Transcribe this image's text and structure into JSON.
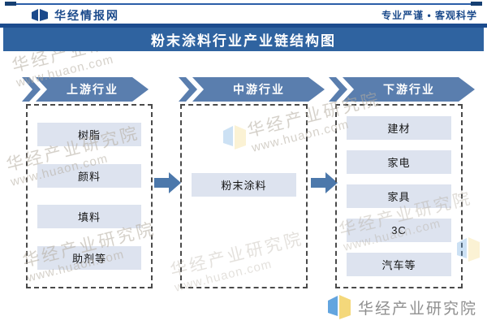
{
  "header": {
    "brand": "华经情报网",
    "tagline": "专业严谨 • 客观科学"
  },
  "title": "粉末涂料行业产业链结构图",
  "diagram": {
    "columns": [
      {
        "header": "上游行业",
        "items": [
          "树脂",
          "颜料",
          "填料",
          "助剂等"
        ]
      },
      {
        "header": "中游行业",
        "items": [
          "粉末涂料"
        ]
      },
      {
        "header": "下游行业",
        "items": [
          "建材",
          "家电",
          "家具",
          "3C",
          "汽车等"
        ]
      }
    ]
  },
  "footer": {
    "brand": "华经产业研究院"
  },
  "watermark": {
    "text": "华经产业研究院",
    "url": "www.huaon.com"
  },
  "icons": {
    "header_logo": "huajing-logo-icon",
    "footer_logo": "huajing-book-logo-icon",
    "banner": "chevron-banner",
    "arrow": "flow-arrow-icon"
  },
  "colors": {
    "navy": "#1b4a8b",
    "title_bar": "#2f63a0",
    "divider": "#1c4c8e",
    "banner_blue": "#5a7eae",
    "arrow_blue": "#4c78ab",
    "item_bg": "#dde3ef",
    "dashed_border": "#4a4a4a",
    "footer_gray": "#8f8f8f",
    "logo_blue": "#63a5df",
    "logo_yellow": "#f4d87b"
  }
}
